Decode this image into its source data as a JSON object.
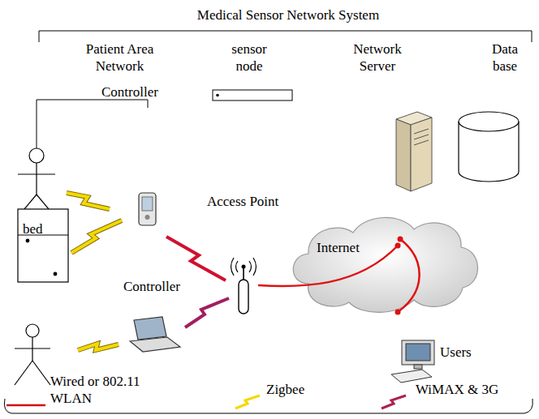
{
  "diagram": {
    "title": "Medical Sensor Network System",
    "nodes": [
      {
        "text": [
          "Internet"
        ]
      }
    ],
    "labels": [
      "Patient Area Network",
      "sensor node",
      "Network Server",
      "Data base",
      "Controller",
      "Access Point",
      "bed",
      "Controller",
      "Users"
    ],
    "legend": [
      {
        "text": "Wired or 802.11 WLAN"
      },
      {
        "text": "Zigbee"
      },
      {
        "text": "WiMAX & 3G"
      }
    ]
  }
}
